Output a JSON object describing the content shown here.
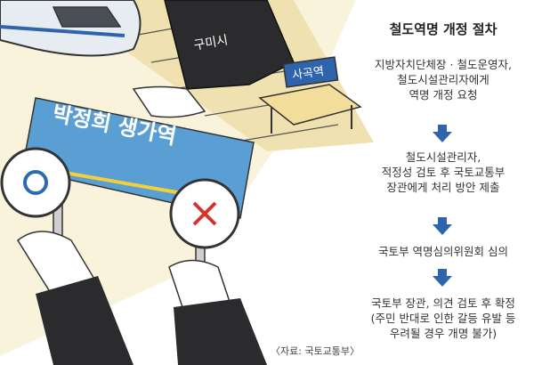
{
  "illustration": {
    "sign_kumi": "구미시",
    "station_sign": "사곡역",
    "banner": "박정희 생가역",
    "paddle_o": "O",
    "paddle_x": "X"
  },
  "procedure": {
    "title": "철도역명 개정 절차",
    "steps": [
      {
        "line1": "지방자치단체장 · 철도운영자,",
        "line2": "철도시설관리자에게",
        "line3": "역명 개정 요청"
      },
      {
        "line1": "철도시설관리자,",
        "line2": "적정성 검토 후 국토교통부",
        "line3": "장관에게 처리 방안 제출"
      },
      {
        "line1": "국토부 역명심의위원회 심의"
      },
      {
        "line1": "국토부 장관, 의견 검토 후 확정",
        "line2": "(주민 반대로 인한 갈등 유발 등",
        "line3": "우려될 경우 개명 불가)"
      }
    ],
    "source": "〈자료: 국토교통부〉"
  },
  "colors": {
    "arrow": "#2f64ad",
    "banner": "#5a9fd4",
    "track": "#e8d79a",
    "x_mark": "#d6322b",
    "o_mark": "#2b6cb0"
  },
  "icons": [
    "down-arrow-icon",
    "down-arrow-icon",
    "down-arrow-icon"
  ]
}
